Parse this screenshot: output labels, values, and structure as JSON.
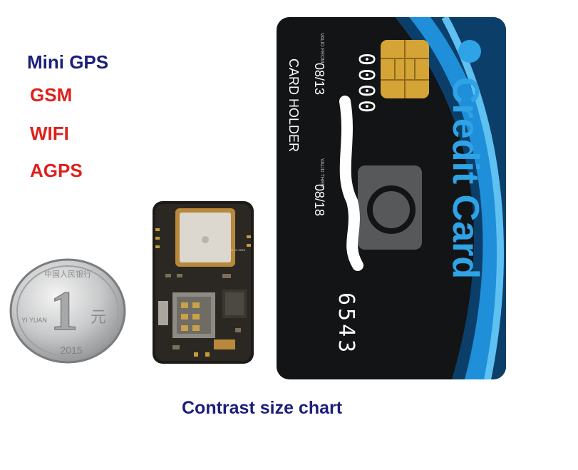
{
  "features": {
    "title": "Mini GPS",
    "items": [
      "GSM",
      "WIFI",
      "AGPS"
    ]
  },
  "caption": "Contrast size chart",
  "coin": {
    "denomination": "1",
    "unit_cn": "元",
    "unit_pinyin": "YI YUAN",
    "year": "2015",
    "country_cn": "中国人民银行"
  },
  "card": {
    "brand": "Credit Card",
    "number_prefix": "0000",
    "number_suffix": "6543",
    "valid_from_label": "VALID FROM",
    "valid_from": "08/13",
    "valid_thru_label": "VALID THRU",
    "valid_thru": "08/18",
    "holder": "CARD HOLDER"
  },
  "board": {
    "module_label": "ZX303-WS-H-0003"
  },
  "colors": {
    "title": "#1d1f7a",
    "feature": "#e0201b",
    "card_body": "#121416",
    "card_accent": "#1e8fd8"
  }
}
